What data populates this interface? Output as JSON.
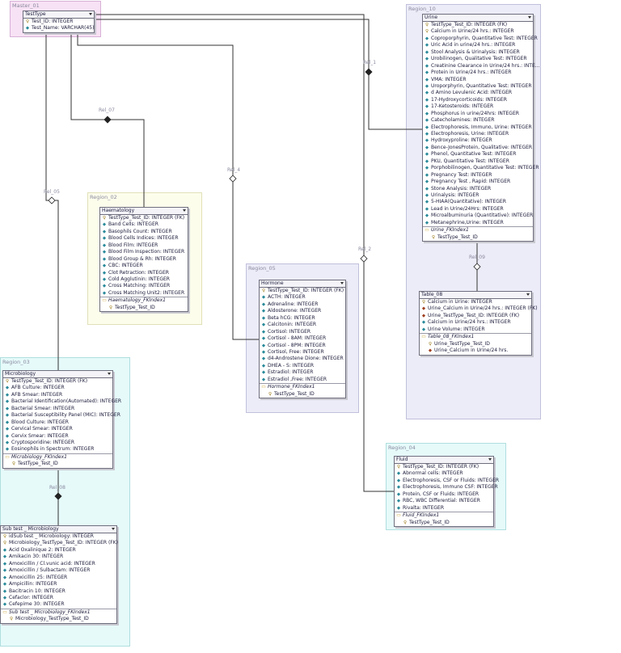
{
  "regions": {
    "master": {
      "label": "Master_01"
    },
    "region02": {
      "label": "Region_02"
    },
    "region03": {
      "label": "Region_03"
    },
    "region04": {
      "label": "Region_04"
    },
    "region05": {
      "label": "Region_05"
    },
    "region10": {
      "label": "Region_10"
    }
  },
  "relationships": [
    "Rel_07",
    "Rel_05",
    "Rel_4",
    "Rel_1",
    "Rel_2",
    "Rel_08",
    "Rel_09"
  ],
  "tables": {
    "testtype": {
      "name": "TestType",
      "columns": [
        {
          "icon": "key",
          "text": "Test_ID: INTEGER"
        },
        {
          "icon": "col",
          "text": "Test_Name: VARCHAR(45)"
        }
      ]
    },
    "haematology": {
      "name": "Haematology",
      "columns": [
        {
          "icon": "key",
          "text": "TestType_Test_ID: INTEGER (FK)"
        },
        {
          "icon": "col",
          "text": "Band Cells: INTEGER"
        },
        {
          "icon": "col",
          "text": "Basophils Count: INTEGER"
        },
        {
          "icon": "col",
          "text": "Blood Cells Indices: INTEGER"
        },
        {
          "icon": "col",
          "text": "Blood Film: INTEGER"
        },
        {
          "icon": "col",
          "text": "Blood Film Inspection: INTEGER"
        },
        {
          "icon": "col",
          "text": "Blood Group & Rh: INTEGER"
        },
        {
          "icon": "col",
          "text": "CBC: INTEGER"
        },
        {
          "icon": "col",
          "text": "Clot Retraction: INTEGER"
        },
        {
          "icon": "col",
          "text": "Cold Agglutinin: INTEGER"
        },
        {
          "icon": "col",
          "text": "Cross Matching: INTEGER"
        },
        {
          "icon": "col",
          "text": "Cross Matching Unit2: INTEGER"
        }
      ],
      "index": {
        "name": "Haematology_FKIndex1",
        "columns": [
          "TestType_Test_ID"
        ]
      }
    },
    "microbiology": {
      "name": "Microbiology",
      "columns": [
        {
          "icon": "key",
          "text": "TestType_Test_ID: INTEGER (FK)"
        },
        {
          "icon": "col",
          "text": "AFB Culture: INTEGER"
        },
        {
          "icon": "col",
          "text": "AFB Smear: INTEGER"
        },
        {
          "icon": "col",
          "text": "Bacterial Identification(Automated): INTEGER"
        },
        {
          "icon": "col",
          "text": "Bacterial Smear: INTEGER"
        },
        {
          "icon": "col",
          "text": "Bacterial Susceptibility Panel (MIC): INTEGER"
        },
        {
          "icon": "col",
          "text": "Blood Culture: INTEGER"
        },
        {
          "icon": "col",
          "text": "Cervical Smear: INTEGER"
        },
        {
          "icon": "col",
          "text": "Cervix Smear: INTEGER"
        },
        {
          "icon": "col",
          "text": "Cryptosporidine: INTEGER"
        },
        {
          "icon": "col",
          "text": "Eosinophils in Spectrum: INTEGER"
        }
      ],
      "index": {
        "name": "Microbiology_FKIndex1",
        "columns": [
          "TestType_Test_ID"
        ]
      }
    },
    "subtest": {
      "name": "Sub test _ Microbiology",
      "columns": [
        {
          "icon": "key",
          "text": "idSub test _ Microbiology: INTEGER"
        },
        {
          "icon": "key",
          "text": "Microbiology_TestType_Test_ID: INTEGER (FK)"
        },
        {
          "icon": "col",
          "text": "Acid Oxalinique 2: INTEGER"
        },
        {
          "icon": "col",
          "text": "Amikacin 30: INTEGER"
        },
        {
          "icon": "col",
          "text": "Amoxicillin / Cl.vunic acid: INTEGER"
        },
        {
          "icon": "col",
          "text": "Amoxicillin / Sulbactam: INTEGER"
        },
        {
          "icon": "col",
          "text": "Amoxicillin 25: INTEGER"
        },
        {
          "icon": "col",
          "text": "Ampicillin: INTEGER"
        },
        {
          "icon": "col",
          "text": "Bacitracin 10: INTEGER"
        },
        {
          "icon": "col",
          "text": "Cefaclor: INTEGER"
        },
        {
          "icon": "col",
          "text": "Cefepime 30: INTEGER"
        }
      ],
      "index": {
        "name": "Sub test _ Microbiology_FKIndex1",
        "columns": [
          "Microbiology_TestType_Test_ID"
        ]
      }
    },
    "hormone": {
      "name": "Hormone",
      "columns": [
        {
          "icon": "key",
          "text": "TestType_Test_ID: INTEGER (FK)"
        },
        {
          "icon": "col",
          "text": "ACTH: INTEGER"
        },
        {
          "icon": "col",
          "text": "Adrenaline: INTEGER"
        },
        {
          "icon": "col",
          "text": "Aldosterone: INTEGER"
        },
        {
          "icon": "col",
          "text": "Beta hCG: INTEGER"
        },
        {
          "icon": "col",
          "text": "Calcitonin: INTEGER"
        },
        {
          "icon": "col",
          "text": "Cortisol: INTEGER"
        },
        {
          "icon": "col",
          "text": "Cortisol - 8AM: INTEGER"
        },
        {
          "icon": "col",
          "text": "Cortisol - 8PM: INTEGER"
        },
        {
          "icon": "col",
          "text": "Cortisol, Free: INTEGER"
        },
        {
          "icon": "col",
          "text": "d4-Androstene Dione: INTEGER"
        },
        {
          "icon": "col",
          "text": "DHEA - S: INTEGER"
        },
        {
          "icon": "col",
          "text": "Estradiol: INTEGER"
        },
        {
          "icon": "col",
          "text": "Estradiol ,Free: INTEGER"
        }
      ],
      "index": {
        "name": "Hormone_FKIndex1",
        "columns": [
          "TestType_Test_ID"
        ]
      }
    },
    "urine": {
      "name": "Urine",
      "columns": [
        {
          "icon": "key",
          "text": "TestType_Test_ID: INTEGER (FK)"
        },
        {
          "icon": "key",
          "text": "Calcium in Urine/24 hrs.: INTEGER"
        },
        {
          "icon": "col",
          "text": "Coproporphyrin, Quantitative Test: INTEGER"
        },
        {
          "icon": "col",
          "text": "Uric Acid in urine/24 hrs.: INTEGER"
        },
        {
          "icon": "col",
          "text": "Stool Analysis & Urinalysis: INTEGER"
        },
        {
          "icon": "col",
          "text": "Urobilinogen, Qualitative Test: INTEGER"
        },
        {
          "icon": "col",
          "text": "Creatinine Clearance in Urine/24 hrs.: INTE..."
        },
        {
          "icon": "col",
          "text": "Protein in Urine/24 hrs.: INTEGER"
        },
        {
          "icon": "col",
          "text": "VMA: INTEGER"
        },
        {
          "icon": "col",
          "text": "Uroporphyrin, Quantitative Test: INTEGER"
        },
        {
          "icon": "col",
          "text": "d Amino Levulenic Acid: INTEGER"
        },
        {
          "icon": "col",
          "text": "17-Hydroxycorticoids: INTEGER"
        },
        {
          "icon": "col",
          "text": "17-Ketosteroids: INTEGER"
        },
        {
          "icon": "col",
          "text": "Phosphorus in urine/24hrs: INTEGER"
        },
        {
          "icon": "col",
          "text": "Catecholamines: INTEGER"
        },
        {
          "icon": "col",
          "text": "Electrophoresis, Immuno, Urine: INTEGER"
        },
        {
          "icon": "col",
          "text": "Electrophoresis, Urine: INTEGER"
        },
        {
          "icon": "col",
          "text": "Hydroxyproline: INTEGER"
        },
        {
          "icon": "col",
          "text": "Bence-JonesProtein, Qualitative: INTEGER"
        },
        {
          "icon": "col",
          "text": "Phenol, Quantitative Test: INTEGER"
        },
        {
          "icon": "col",
          "text": "PKU, Quantitative Test: INTEGER"
        },
        {
          "icon": "col",
          "text": "Porphobilinogen, Quantitative Test: INTEGER"
        },
        {
          "icon": "col",
          "text": "Pregnancy Test: INTEGER"
        },
        {
          "icon": "col",
          "text": "Pregnancy Test , Rapid: INTEGER"
        },
        {
          "icon": "col",
          "text": "Stone Analysis: INTEGER"
        },
        {
          "icon": "col",
          "text": "Urinalysis: INTEGER"
        },
        {
          "icon": "col",
          "text": "5-HIAA(Quantitative): INTEGER"
        },
        {
          "icon": "col",
          "text": "Lead in Urine/24Hrs: INTEGER"
        },
        {
          "icon": "col",
          "text": "Microalbuminuria (Quantitative): INTEGER"
        },
        {
          "icon": "col",
          "text": "Metanephrine,Urine: INTEGER"
        }
      ],
      "index": {
        "name": "Urine_FKIndex1",
        "columns": [
          "TestType_Test_ID"
        ]
      }
    },
    "table08": {
      "name": "Table_08",
      "columns": [
        {
          "icon": "key",
          "text": "Calcium in Urine: INTEGER"
        },
        {
          "icon": "ref",
          "text": "Urine_Calcium in Urine/24 hrs.: INTEGER (FK)"
        },
        {
          "icon": "ref",
          "text": "Urine_TestType_Test_ID: INTEGER (FK)"
        },
        {
          "icon": "col",
          "text": "Calcium in Urine/24 hrs.: INTEGER"
        },
        {
          "icon": "col",
          "text": "Urine Volume: INTEGER"
        }
      ],
      "index": {
        "name": "Table_08_FKIndex1",
        "columns": [
          "Urine_TestType_Test_ID",
          "Urine_Calcium in Urine/24 hrs."
        ]
      }
    },
    "fluid": {
      "name": "Fluid",
      "columns": [
        {
          "icon": "key",
          "text": "TestType_Test_ID: INTEGER (FK)"
        },
        {
          "icon": "col",
          "text": "Abnormal cells: INTEGER"
        },
        {
          "icon": "col",
          "text": "Electrophoresis, CSF or Fluids: INTEGER"
        },
        {
          "icon": "col",
          "text": "Electrophoresis, Immuno CSF: INTEGER"
        },
        {
          "icon": "col",
          "text": "Protein, CSF or Fluids: INTEGER"
        },
        {
          "icon": "col",
          "text": "RBC, WBC Differential: INTEGER"
        },
        {
          "icon": "col",
          "text": "Rivalta: INTEGER"
        }
      ],
      "index": {
        "name": "Fluid_FKIndex1",
        "columns": [
          "TestType_Test_ID"
        ]
      }
    }
  }
}
